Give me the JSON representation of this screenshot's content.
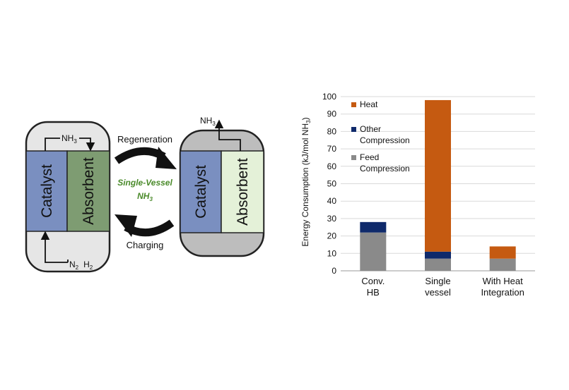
{
  "diagram": {
    "left_vessel": {
      "top_gas": "NH",
      "top_gas_sub": "3",
      "catalyst": "Catalyst",
      "absorbent": "Absorbent",
      "feed_n": "N",
      "feed_n_sub": "2",
      "feed_h": "H",
      "feed_h_sub": "2"
    },
    "right_vessel": {
      "outlet_gas": "NH",
      "outlet_gas_sub": "3",
      "catalyst": "Catalyst",
      "absorbent": "Absorbent"
    },
    "arrows": {
      "regeneration": "Regeneration",
      "charging": "Charging",
      "center_line1": "Single-Vessel",
      "center_line2": "NH",
      "center_line2_sub": "3"
    },
    "colors": {
      "catalyst": "#7a8fc0",
      "absorbent_left": "#7e9c72",
      "absorbent_right": "#e4f1d8",
      "vessel_left_fill": "#e6e6e6",
      "vessel_right_fill": "#bdbdbd",
      "green_text": "#4a8a2a"
    }
  },
  "chart_data": {
    "type": "bar",
    "stacked": true,
    "categories": [
      [
        "Conv.",
        "HB"
      ],
      [
        "Single",
        "vessel"
      ],
      [
        "With Heat",
        "Integration"
      ]
    ],
    "series": [
      {
        "name": "Feed Compression",
        "color": "#8a8a8a",
        "values": [
          22,
          7,
          7
        ]
      },
      {
        "name": "Other Compression",
        "color": "#0f2a6b",
        "values": [
          6,
          4,
          0
        ]
      },
      {
        "name": "Heat",
        "color": "#c55a11",
        "values": [
          0,
          87,
          7
        ]
      }
    ],
    "legend": [
      {
        "label_lines": [
          "Heat"
        ],
        "color": "#c55a11"
      },
      {
        "label_lines": [
          "Other",
          "Compression"
        ],
        "color": "#0f2a6b"
      },
      {
        "label_lines": [
          "Feed",
          "Compression"
        ],
        "color": "#8a8a8a"
      }
    ],
    "ylabel": "Energy Consumption (kJ/mol NH",
    "ylabel_sub": "3",
    "ylabel_end": ")",
    "ylim": [
      0,
      100
    ],
    "yticks": [
      0,
      10,
      20,
      30,
      40,
      50,
      60,
      70,
      80,
      90,
      100
    ],
    "grid": true,
    "legend_placement": "top-left"
  }
}
